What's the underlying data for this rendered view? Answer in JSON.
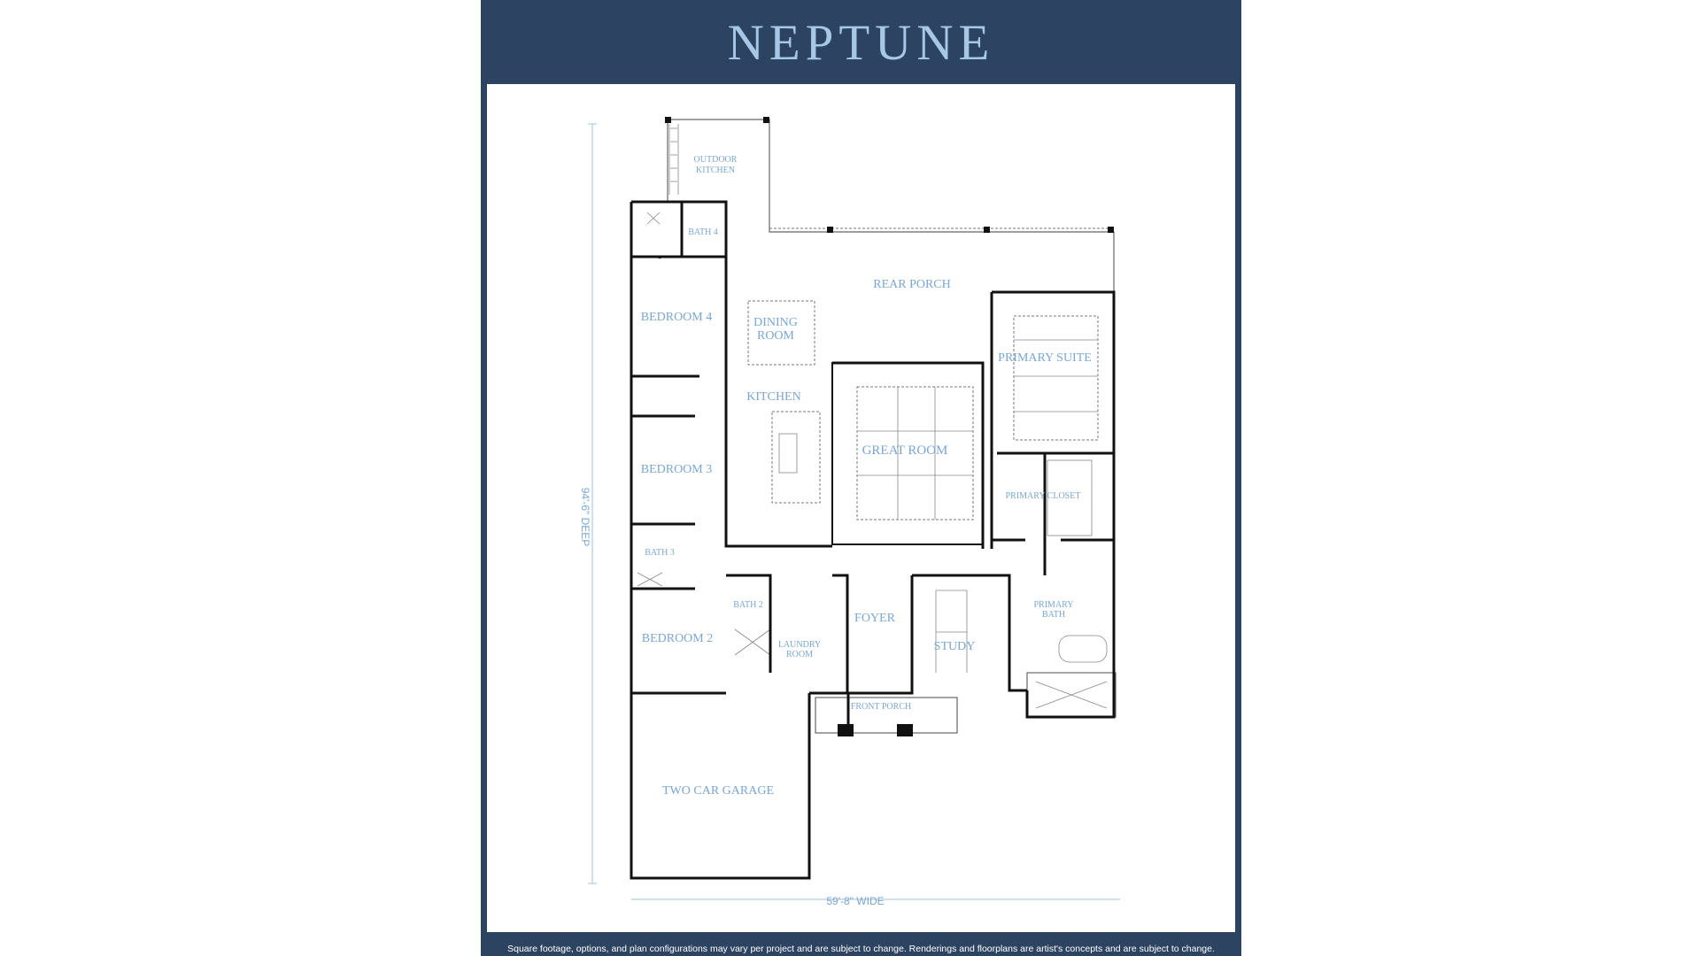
{
  "header": {
    "title": "NEPTUNE"
  },
  "plan": {
    "rooms": {
      "outdoor_kitchen_1": "OUTDOOR",
      "outdoor_kitchen_2": "KITCHEN",
      "bath4": "BATH 4",
      "rear_porch": "REAR PORCH",
      "bedroom4": "BEDROOM 4",
      "dining_1": "DINING",
      "dining_2": "ROOM",
      "primary_suite": "PRIMARY SUITE",
      "kitchen": "KITCHEN",
      "great_room": "GREAT ROOM",
      "bedroom3": "BEDROOM 3",
      "primary_closet": "PRIMARY CLOSET",
      "bath3": "BATH 3",
      "bath2": "BATH 2",
      "foyer": "FOYER",
      "primary_bath_1": "PRIMARY",
      "primary_bath_2": "BATH",
      "bedroom2": "BEDROOM 2",
      "laundry_1": "LAUNDRY",
      "laundry_2": "ROOM",
      "study": "STUDY",
      "front_porch": "FRONT PORCH",
      "garage": "TWO CAR GARAGE"
    },
    "dimensions": {
      "depth": "94'-6\" DEEP",
      "width": "59'-8\" WIDE"
    }
  },
  "footer": {
    "disclaimer": "Square footage, options, and plan configurations may vary per project and are subject to change. Renderings and floorplans are artist's concepts and are subject to change."
  },
  "colors": {
    "header_bg": "#2c4462",
    "title": "#a7c7e7",
    "room_label": "#7aa7d2",
    "walls": "#111111"
  }
}
